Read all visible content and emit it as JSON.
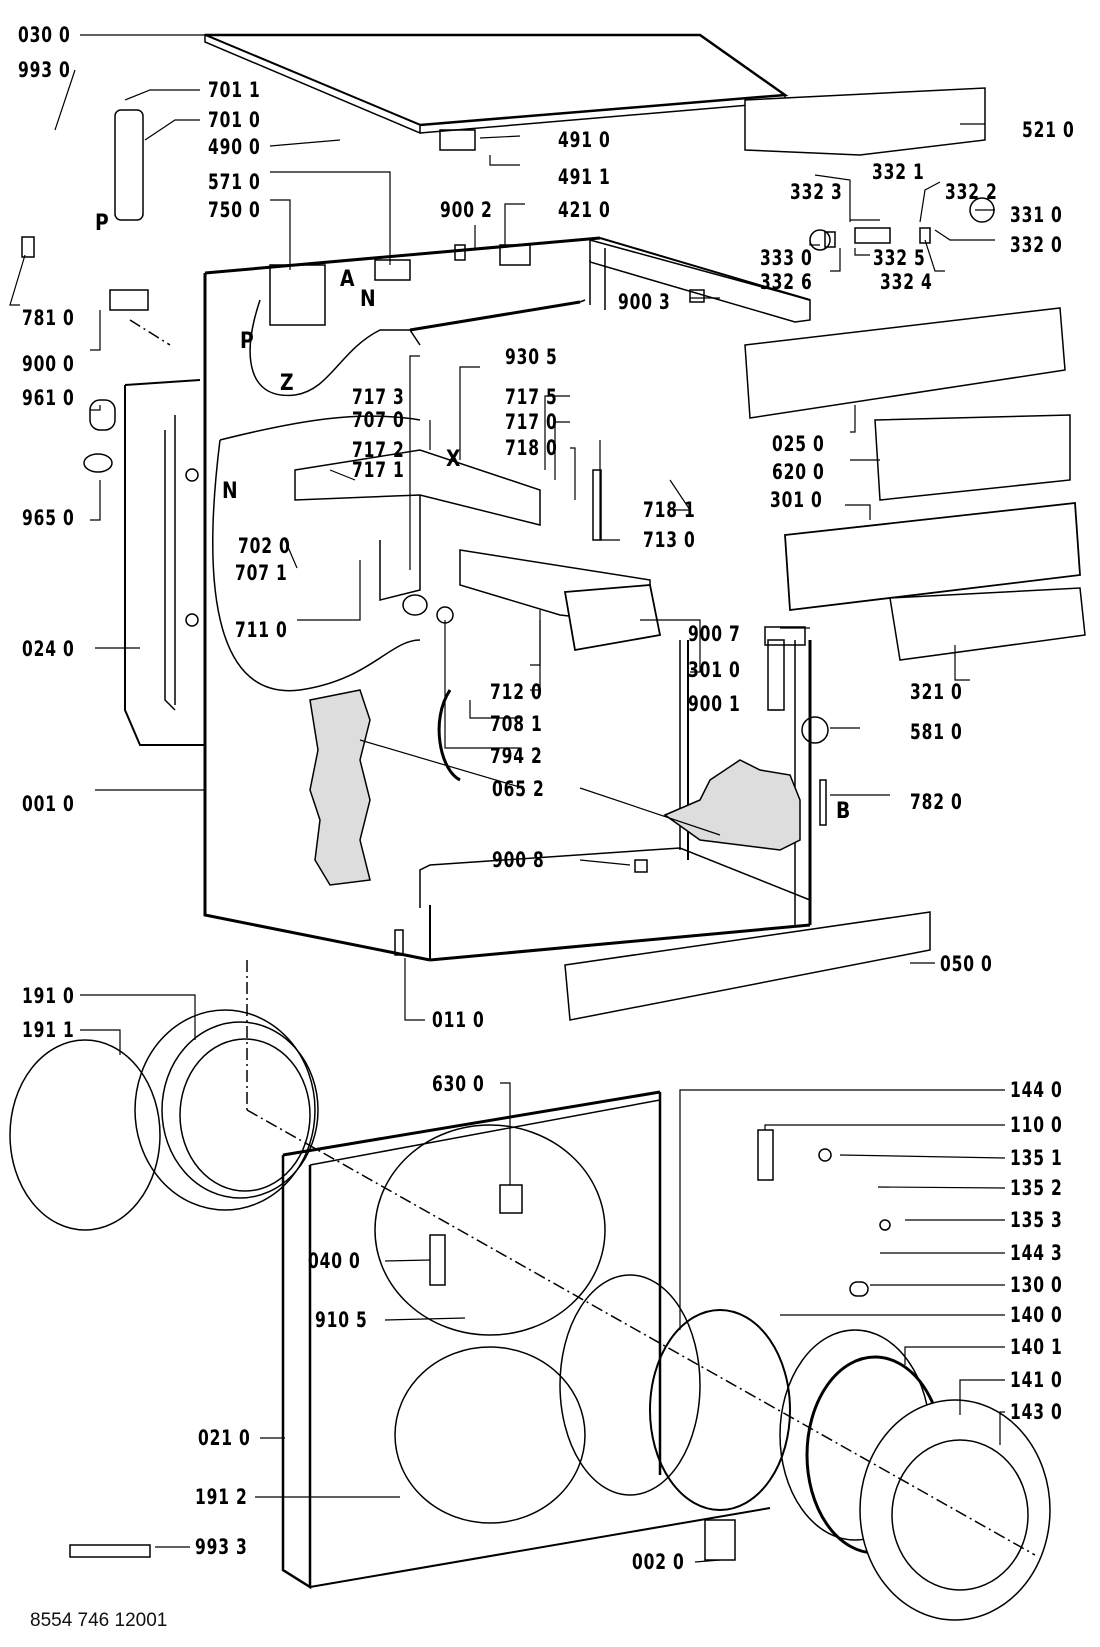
{
  "document_code": "8554 746 12001",
  "diagram_type": "Washing machine exploded parts view",
  "labels": {
    "p0300": "030 0",
    "p9930": "993 0",
    "p7011": "701 1",
    "p7010": "701 0",
    "p4900": "490 0",
    "p5710": "571 0",
    "p7500": "750 0",
    "p7810": "781 0",
    "p9000": "900 0",
    "p9610": "961 0",
    "p9650": "965 0",
    "p0240": "024 0",
    "p0010": "001 0",
    "p4910": "491 0",
    "p4911": "491 1",
    "p9002": "900 2",
    "p4210": "421 0",
    "p5210": "521 0",
    "p3321": "332 1",
    "p3323": "332 3",
    "p3322": "332 2",
    "p3310": "331 0",
    "p3330": "333 0",
    "p3326": "332 6",
    "p3325": "332 5",
    "p3324": "332 4",
    "p3320": "332 0",
    "p9003": "900 3",
    "p9305": "930 5",
    "p7173": "717 3",
    "p7070": "707 0",
    "p7172": "717 2",
    "p7171": "717 1",
    "p7175": "717 5",
    "p7170": "717 0",
    "p7180": "718 0",
    "p7181": "718 1",
    "p7130": "713 0",
    "p7020": "702 0",
    "p7071": "707 1",
    "p7110": "711 0",
    "p0250": "025 0",
    "p6200": "620 0",
    "p3010a": "301 0",
    "p9007": "900 7",
    "p3010b": "301 0",
    "p9001": "900 1",
    "p3210": "321 0",
    "p7120": "712 0",
    "p7081": "708 1",
    "p7942": "794 2",
    "p5810": "581 0",
    "p0652": "065 2",
    "p7820": "782 0",
    "p9008": "900 8",
    "p0500": "050 0",
    "p1910": "191 0",
    "p1911": "191 1",
    "p0110": "011 0",
    "p6300": "630 0",
    "p1440": "144 0",
    "p1100": "110 0",
    "p1351": "135 1",
    "p1352": "135 2",
    "p1353": "135 3",
    "p1443": "144 3",
    "p1300": "130 0",
    "p0400": "040 0",
    "p9105": "910 5",
    "p1400": "140 0",
    "p1401": "140 1",
    "p1410": "141 0",
    "p1430": "143 0",
    "p0210": "021 0",
    "p1912": "191 2",
    "p9933": "993 3",
    "p0020": "002 0"
  },
  "reference_letters": {
    "P1": "P",
    "P2": "P",
    "A": "A",
    "N1": "N",
    "N2": "N",
    "Z": "Z",
    "X": "X",
    "B": "B"
  }
}
